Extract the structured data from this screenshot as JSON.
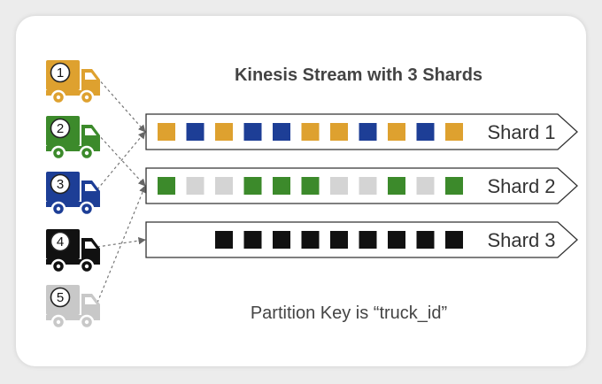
{
  "title": "Kinesis Stream with 3 Shards",
  "footer": "Partition Key is “truck_id”",
  "colors": {
    "orange": "#dea12f",
    "blue": "#1d3e96",
    "green": "#3c8a2b",
    "light_gray": "#d4d4d4",
    "black": "#111111",
    "truck_gray": "#c8c8c8"
  },
  "trucks": [
    {
      "number": "1",
      "color": "orange",
      "icon": "truck-icon"
    },
    {
      "number": "2",
      "color": "green",
      "icon": "truck-icon"
    },
    {
      "number": "3",
      "color": "blue",
      "icon": "truck-icon"
    },
    {
      "number": "4",
      "color": "black",
      "icon": "truck-icon"
    },
    {
      "number": "5",
      "color": "truck_gray",
      "icon": "truck-icon"
    }
  ],
  "shards": [
    {
      "label": "Shard 1",
      "records": [
        "orange",
        "blue",
        "orange",
        "blue",
        "blue",
        "orange",
        "orange",
        "blue",
        "orange",
        "blue",
        "orange"
      ]
    },
    {
      "label": "Shard 2",
      "records": [
        "green",
        "light_gray",
        "light_gray",
        "green",
        "green",
        "green",
        "light_gray",
        "light_gray",
        "green",
        "light_gray",
        "green"
      ]
    },
    {
      "label": "Shard 3",
      "records": [
        "black",
        "black",
        "black",
        "black",
        "black",
        "black",
        "black",
        "black",
        "black"
      ]
    }
  ],
  "routing": [
    {
      "truck": "1",
      "shard": "Shard 1"
    },
    {
      "truck": "2",
      "shard": "Shard 2"
    },
    {
      "truck": "3",
      "shard": "Shard 1"
    },
    {
      "truck": "4",
      "shard": "Shard 3"
    },
    {
      "truck": "5",
      "shard": "Shard 2"
    }
  ]
}
